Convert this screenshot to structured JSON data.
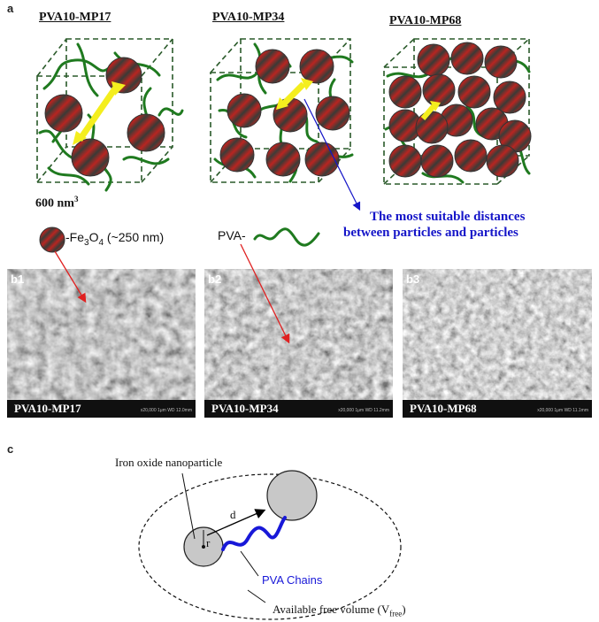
{
  "panel_a": {
    "letter": "a",
    "titles": [
      "PVA10-MP17",
      "PVA10-MP34",
      "PVA10-MP68"
    ],
    "volume_label": "600 nm",
    "volume_exp": "3",
    "note_line1": "The most suitable distances",
    "note_line2": "between particles and particles",
    "legend_fe_prefix": "-Fe",
    "legend_fe_sub1": "3",
    "legend_fe_mid": "O",
    "legend_fe_sub2": "4",
    "legend_fe_suffix": " (~250 nm)",
    "legend_pva": "PVA-"
  },
  "panel_b": {
    "images": [
      {
        "tag": "b1",
        "label": "PVA10-MP17",
        "meta": "x20,000   1μm   WD 12.0mm"
      },
      {
        "tag": "b2",
        "label": "PVA10-MP34",
        "meta": "x20,000   1μm   WD 11.2mm"
      },
      {
        "tag": "b3",
        "label": "PVA10-MP68",
        "meta": "x20,000   1μm   WD 11.1mm"
      }
    ]
  },
  "panel_c": {
    "letter": "c",
    "nanoparticle_label": "Iron oxide nanoparticle",
    "d_label": "d",
    "r_label": "r",
    "pva_label": "PVA Chains",
    "free_volume_prefix": "Available free volume (V",
    "free_volume_sub": "free",
    "free_volume_suffix": ")"
  },
  "colors": {
    "particle_red": "#b3231f",
    "chain_green": "#1f7a1f",
    "arrow_yellow": "#f4ee1e",
    "note_blue": "#1515c8",
    "pva_blue": "#1818d8",
    "arrow_red": "#e02020"
  }
}
